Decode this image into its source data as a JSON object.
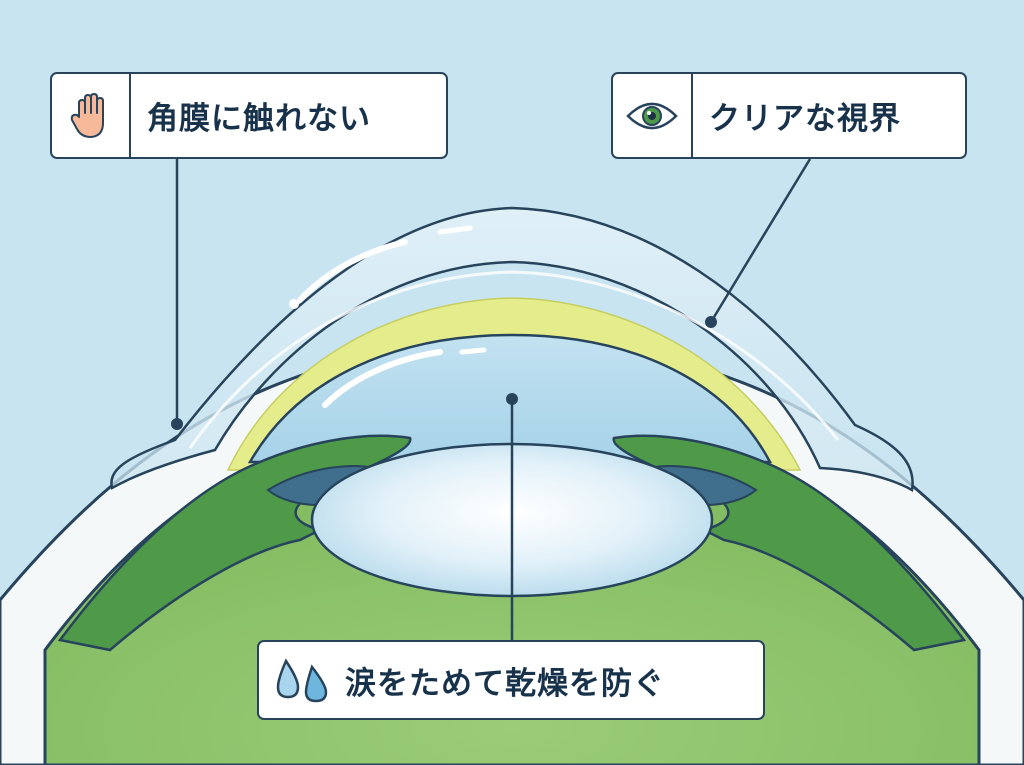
{
  "diagram": {
    "callouts": {
      "top_left": {
        "label": "角膜に触れない",
        "icon": "hand-icon"
      },
      "top_right": {
        "label": "クリアな視界",
        "icon": "eye-icon"
      },
      "bottom": {
        "label": "涙をためて乾燥を防ぐ",
        "icon": "water-drops-icon"
      }
    },
    "colors": {
      "background": "#c9e4f1",
      "sclera": "#f4f8f8",
      "eyeball": "#8dc36a",
      "tissue": "#4e9a48",
      "tear_layer": "#e5ec8c",
      "lens": "#d3e9f4",
      "cornea": "#b6dcee",
      "outline": "#27445c"
    }
  }
}
